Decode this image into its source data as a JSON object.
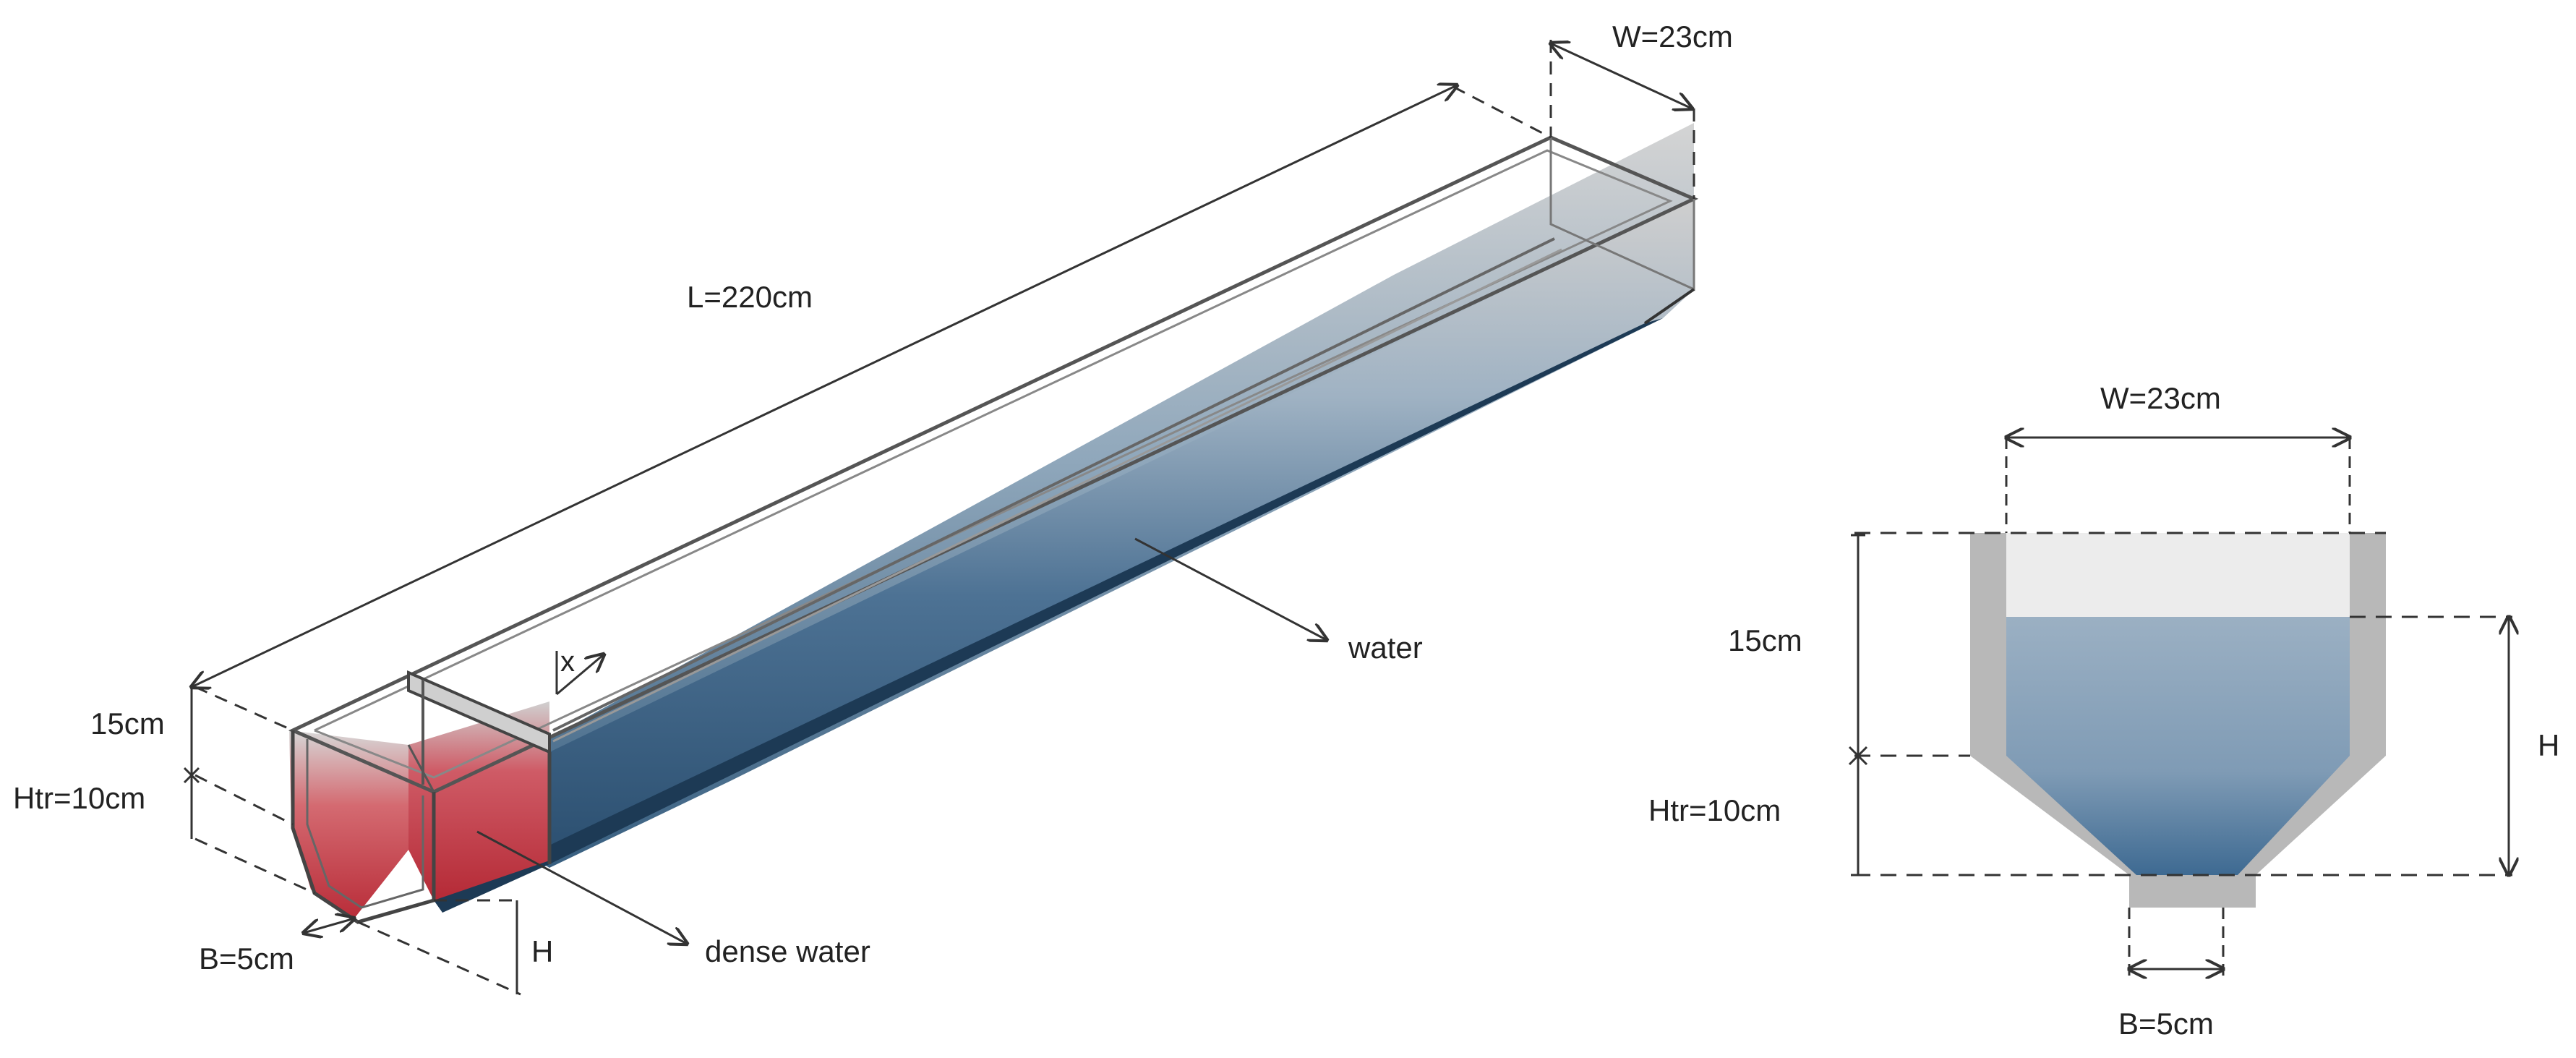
{
  "flume_3d": {
    "length_label": "L=220cm",
    "width_label": "W=23cm",
    "upper_height_label": "15cm",
    "trapezoid_height_label": "Htr=10cm",
    "bottom_width_label": "B=5cm",
    "depth_label": "H",
    "water_label": "water",
    "dense_water_label": "dense water",
    "gate_marker_label": "x"
  },
  "cross_section": {
    "width_label": "W=23cm",
    "upper_height_label": "15cm",
    "trapezoid_height_label": "Htr=10cm",
    "bottom_width_label": "B=5cm",
    "depth_label": "H"
  },
  "colors": {
    "water": "#2d5679",
    "dense_water": "#c6343f",
    "wall": "#b8b8b8",
    "empty": "#ececec"
  }
}
